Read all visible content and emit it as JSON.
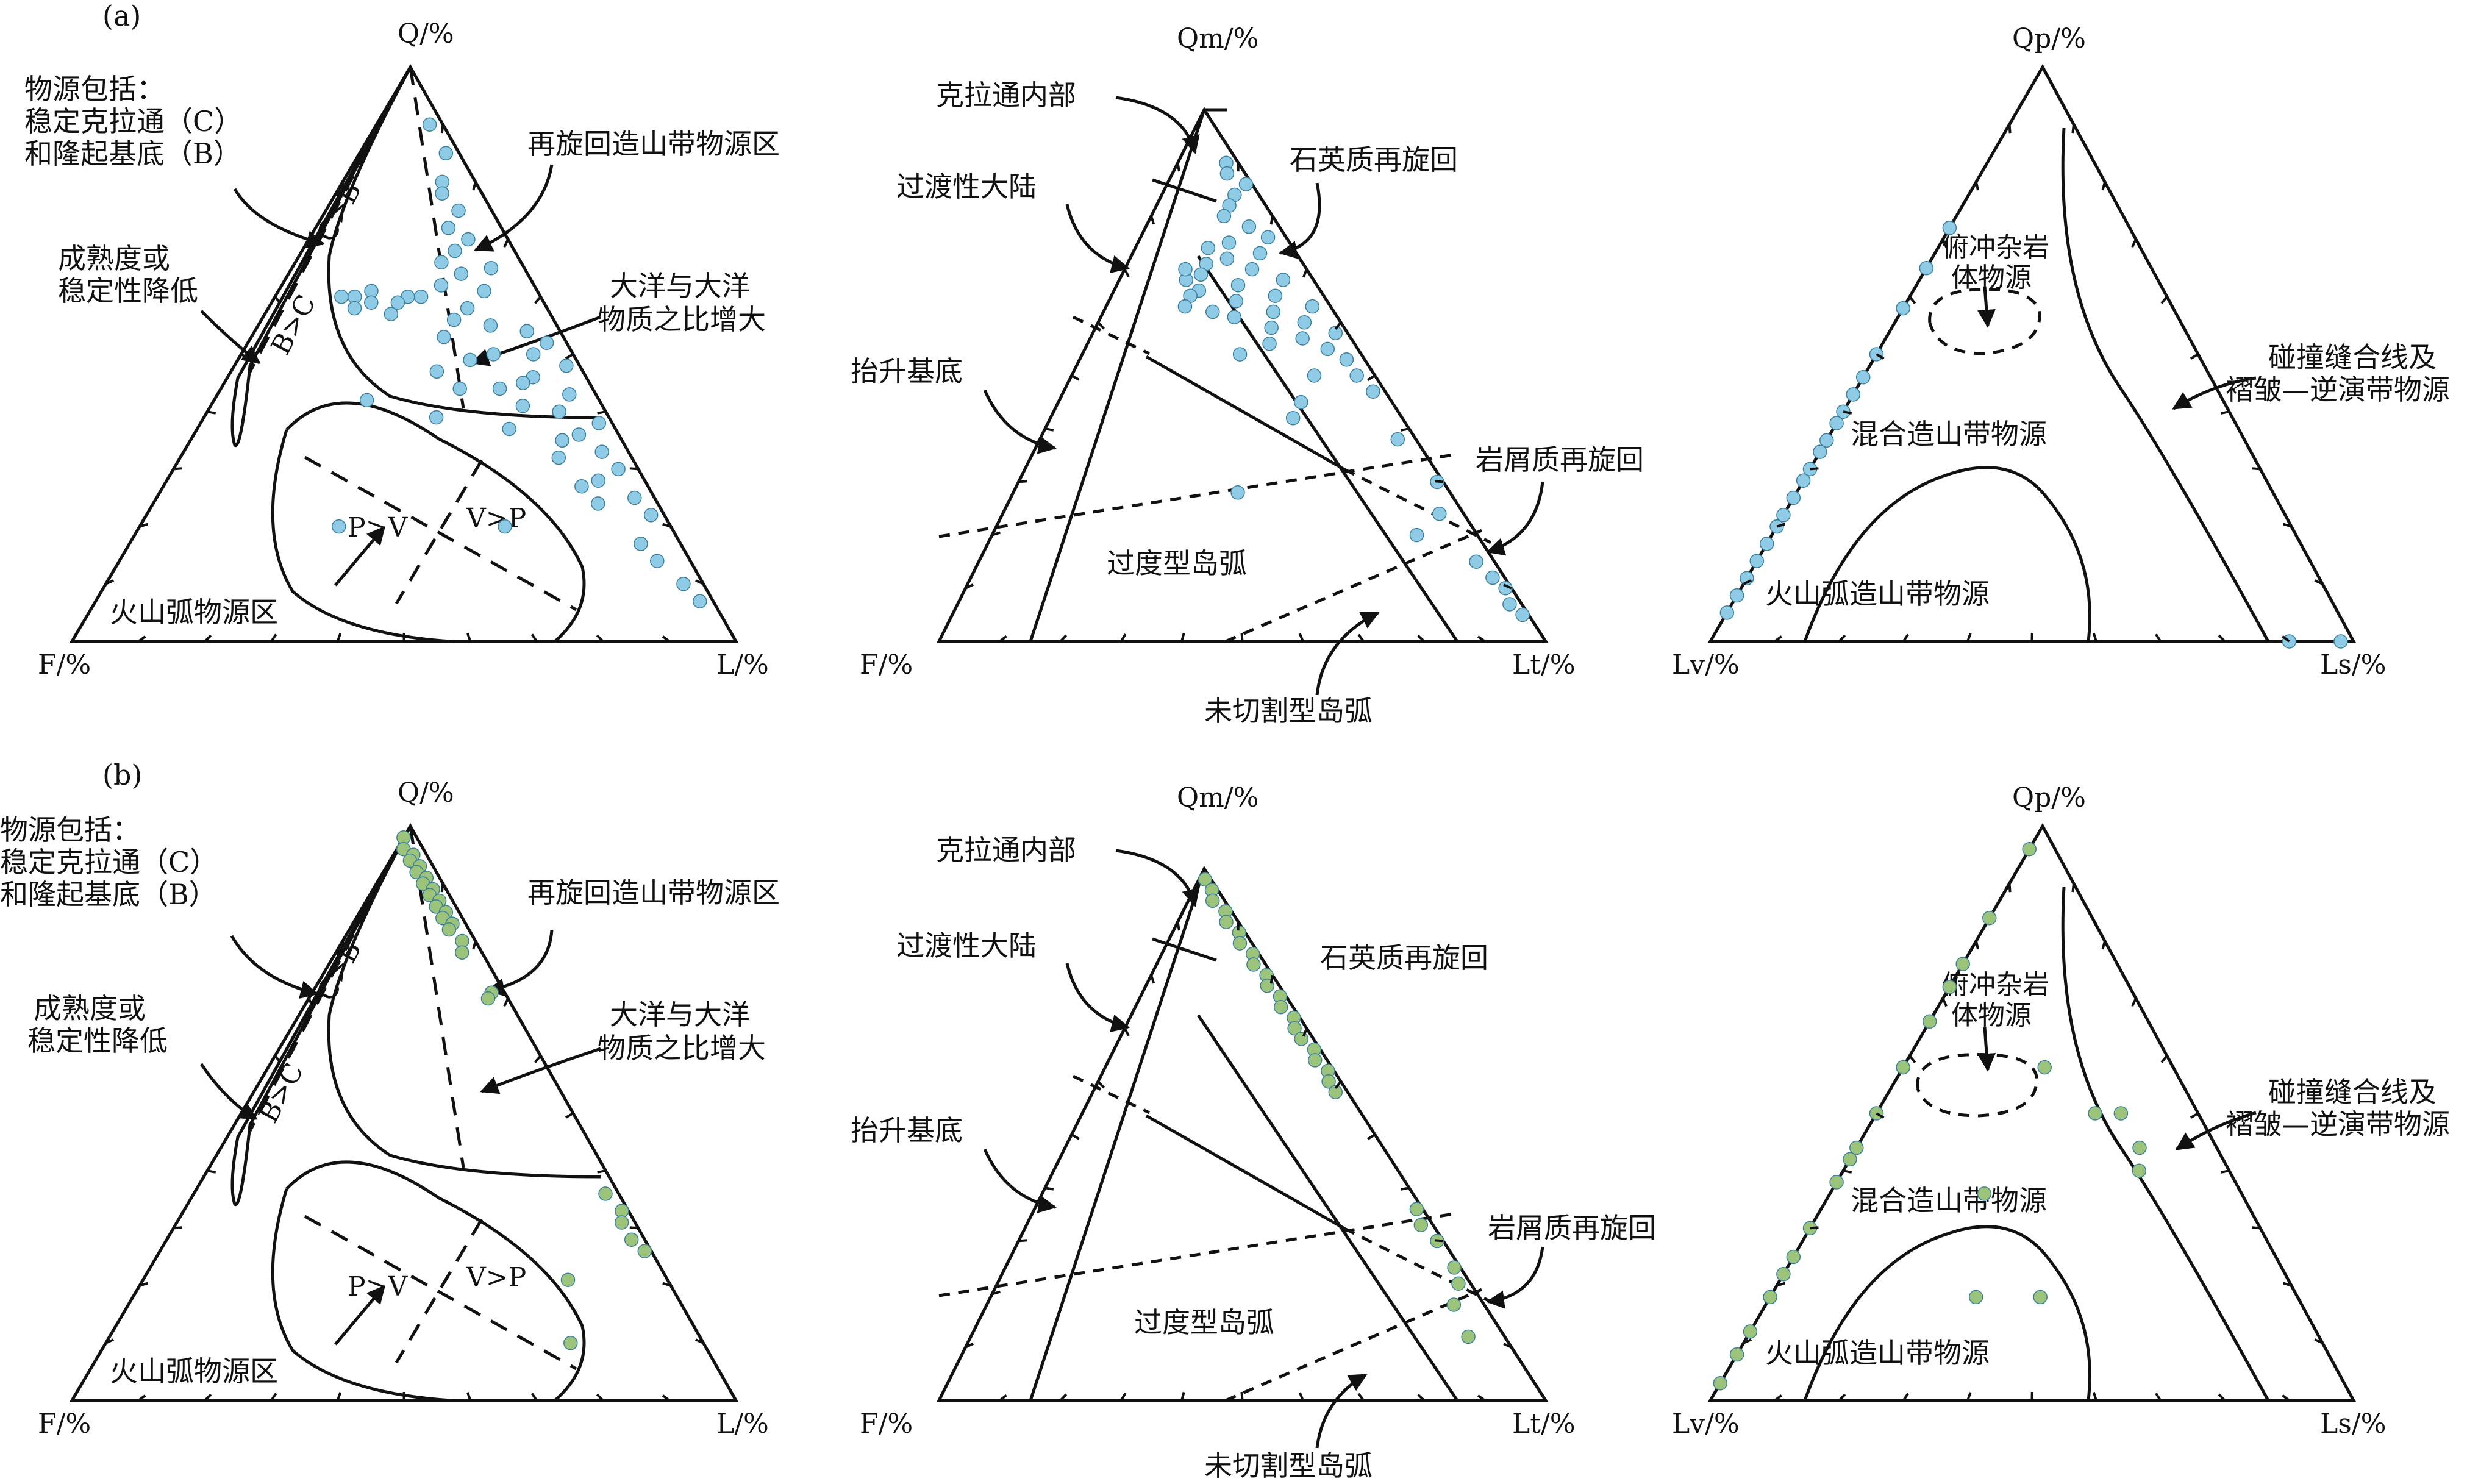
{
  "panels": [
    {
      "tag": "(a)",
      "qfl": {
        "apex_q": "Q/%",
        "left_f": "F/%",
        "right_l": "L/%",
        "lbl_include_1": "物源包括：",
        "lbl_include_2": "稳定克拉通（C）",
        "lbl_include_3": "和隆起基底（B）",
        "lbl_maturity_1": "成熟度或",
        "lbl_maturity_2": "稳定性降低",
        "lbl_recycled": "再旋回造山带物源区",
        "lbl_ocean_1": "大洋与大洋",
        "lbl_ocean_2": "物质之比增大",
        "lbl_arc": "火山弧物源区",
        "lbl_cb": "C>B",
        "lbl_bc": "B>C",
        "lbl_pv": "P>V",
        "lbl_vp": "V>P"
      },
      "qmflt": {
        "apex_qm": "Qm/%",
        "left_f": "F/%",
        "right_lt": "Lt/%",
        "lbl_craton": "克拉通内部",
        "lbl_transitional": "过渡性大陆",
        "lbl_uplift": "抬升基底",
        "lbl_quartzose": "石英质再旋回",
        "lbl_lithic": "岩屑质再旋回",
        "lbl_trans_arc": "过度型岛弧",
        "lbl_undissected": "未切割型岛弧"
      },
      "qplvls": {
        "apex_qp": "Qp/%",
        "left_lv": "Lv/%",
        "right_ls": "Ls/%",
        "lbl_subduction_1": "俯冲杂岩",
        "lbl_subduction_2": "体物源",
        "lbl_collision_1": "碰撞缝合线及",
        "lbl_collision_2": "褶皱—逆演带物源",
        "lbl_mixed": "混合造山带物源",
        "lbl_volcanic": "火山弧造山带物源"
      }
    },
    {
      "tag": "(b)",
      "qfl": {
        "apex_q": "Q/%",
        "left_f": "F/%",
        "right_l": "L/%",
        "lbl_include_1": "物源包括：",
        "lbl_include_2": "稳定克拉通（C）",
        "lbl_include_3": "和隆起基底（B）",
        "lbl_maturity_1": "成熟度或",
        "lbl_maturity_2": "稳定性降低",
        "lbl_recycled": "再旋回造山带物源区",
        "lbl_ocean_1": "大洋与大洋",
        "lbl_ocean_2": "物质之比增大",
        "lbl_arc": "火山弧物源区",
        "lbl_cb": "C>B",
        "lbl_bc": "B>C",
        "lbl_pv": "P>V",
        "lbl_vp": "V>P"
      },
      "qmflt": {
        "apex_qm": "Qm/%",
        "left_f": "F/%",
        "right_lt": "Lt/%",
        "lbl_craton": "克拉通内部",
        "lbl_transitional": "过渡性大陆",
        "lbl_uplift": "抬升基底",
        "lbl_quartzose": "石英质再旋回",
        "lbl_lithic": "岩屑质再旋回",
        "lbl_trans_arc": "过度型岛弧",
        "lbl_undissected": "未切割型岛弧"
      },
      "qplvls": {
        "apex_qp": "Qp/%",
        "left_lv": "Lv/%",
        "right_ls": "Ls/%",
        "lbl_subduction_1": "俯冲杂岩",
        "lbl_subduction_2": "体物源",
        "lbl_collision_1": "碰撞缝合线及",
        "lbl_collision_2": "褶皱—逆演带物源",
        "lbl_mixed": "混合造山带物源",
        "lbl_volcanic": "火山弧造山带物源"
      }
    }
  ],
  "colors": {
    "series_a": "#8fcbe4",
    "series_b": "#9bc47a",
    "ink": "#111111"
  },
  "samples": {
    "a": {
      "qfl": [
        [
          0.9,
          0.02,
          0.08
        ],
        [
          0.85,
          0.02,
          0.13
        ],
        [
          0.8,
          0.05,
          0.15
        ],
        [
          0.78,
          0.06,
          0.16
        ],
        [
          0.75,
          0.05,
          0.2
        ],
        [
          0.72,
          0.08,
          0.2
        ],
        [
          0.7,
          0.06,
          0.24
        ],
        [
          0.68,
          0.09,
          0.23
        ],
        [
          0.66,
          0.12,
          0.22
        ],
        [
          0.65,
          0.05,
          0.3
        ],
        [
          0.64,
          0.1,
          0.26
        ],
        [
          0.62,
          0.14,
          0.24
        ],
        [
          0.61,
          0.08,
          0.31
        ],
        [
          0.6,
          0.18,
          0.22
        ],
        [
          0.6,
          0.2,
          0.2
        ],
        [
          0.59,
          0.22,
          0.19
        ],
        [
          0.58,
          0.12,
          0.3
        ],
        [
          0.57,
          0.24,
          0.19
        ],
        [
          0.56,
          0.15,
          0.29
        ],
        [
          0.55,
          0.1,
          0.35
        ],
        [
          0.54,
          0.05,
          0.41
        ],
        [
          0.53,
          0.18,
          0.29
        ],
        [
          0.52,
          0.03,
          0.45
        ],
        [
          0.5,
          0.06,
          0.44
        ],
        [
          0.49,
          0.16,
          0.35
        ],
        [
          0.48,
          0.02,
          0.5
        ],
        [
          0.46,
          0.08,
          0.46
        ],
        [
          0.45,
          0.1,
          0.45
        ],
        [
          0.44,
          0.2,
          0.36
        ],
        [
          0.43,
          0.04,
          0.53
        ],
        [
          0.42,
          0.35,
          0.23
        ],
        [
          0.41,
          0.12,
          0.47
        ],
        [
          0.4,
          0.07,
          0.53
        ],
        [
          0.38,
          0.02,
          0.6
        ],
        [
          0.37,
          0.16,
          0.47
        ],
        [
          0.36,
          0.06,
          0.58
        ],
        [
          0.33,
          0.04,
          0.63
        ],
        [
          0.32,
          0.11,
          0.57
        ],
        [
          0.3,
          0.03,
          0.67
        ],
        [
          0.28,
          0.07,
          0.65
        ],
        [
          0.27,
          0.1,
          0.63
        ],
        [
          0.25,
          0.03,
          0.72
        ],
        [
          0.24,
          0.09,
          0.67
        ],
        [
          0.22,
          0.02,
          0.76
        ],
        [
          0.2,
          0.25,
          0.55
        ],
        [
          0.2,
          0.5,
          0.3
        ],
        [
          0.17,
          0.06,
          0.77
        ],
        [
          0.14,
          0.05,
          0.81
        ],
        [
          0.1,
          0.03,
          0.87
        ],
        [
          0.07,
          0.02,
          0.91
        ],
        [
          0.61,
          0.25,
          0.14
        ],
        [
          0.6,
          0.28,
          0.12
        ],
        [
          0.59,
          0.26,
          0.15
        ],
        [
          0.6,
          0.3,
          0.1
        ],
        [
          0.58,
          0.29,
          0.13
        ],
        [
          0.5,
          0.12,
          0.38
        ],
        [
          0.47,
          0.22,
          0.31
        ],
        [
          0.44,
          0.14,
          0.42
        ],
        [
          0.39,
          0.26,
          0.35
        ],
        [
          0.35,
          0.09,
          0.56
        ]
      ],
      "qmflt": [
        [
          0.9,
          0.02,
          0.08
        ],
        [
          0.88,
          0.03,
          0.09
        ],
        [
          0.86,
          0.01,
          0.13
        ],
        [
          0.84,
          0.04,
          0.12
        ],
        [
          0.82,
          0.06,
          0.12
        ],
        [
          0.8,
          0.08,
          0.12
        ],
        [
          0.78,
          0.05,
          0.17
        ],
        [
          0.76,
          0.03,
          0.21
        ],
        [
          0.75,
          0.1,
          0.15
        ],
        [
          0.74,
          0.14,
          0.12
        ],
        [
          0.73,
          0.06,
          0.21
        ],
        [
          0.72,
          0.12,
          0.16
        ],
        [
          0.71,
          0.16,
          0.13
        ],
        [
          0.7,
          0.09,
          0.21
        ],
        [
          0.69,
          0.18,
          0.13
        ],
        [
          0.68,
          0.05,
          0.27
        ],
        [
          0.67,
          0.13,
          0.2
        ],
        [
          0.66,
          0.2,
          0.14
        ],
        [
          0.65,
          0.08,
          0.27
        ],
        [
          0.64,
          0.15,
          0.21
        ],
        [
          0.63,
          0.03,
          0.34
        ],
        [
          0.62,
          0.1,
          0.28
        ],
        [
          0.61,
          0.17,
          0.22
        ],
        [
          0.6,
          0.06,
          0.34
        ],
        [
          0.59,
          0.12,
          0.29
        ],
        [
          0.58,
          0.02,
          0.4
        ],
        [
          0.57,
          0.08,
          0.35
        ],
        [
          0.55,
          0.05,
          0.4
        ],
        [
          0.53,
          0.03,
          0.44
        ],
        [
          0.5,
          0.1,
          0.4
        ],
        [
          0.5,
          0.03,
          0.47
        ],
        [
          0.47,
          0.02,
          0.51
        ],
        [
          0.45,
          0.15,
          0.4
        ],
        [
          0.42,
          0.18,
          0.4
        ],
        [
          0.38,
          0.03,
          0.59
        ],
        [
          0.3,
          0.01,
          0.69
        ],
        [
          0.28,
          0.35,
          0.37
        ],
        [
          0.24,
          0.04,
          0.72
        ],
        [
          0.2,
          0.1,
          0.7
        ],
        [
          0.15,
          0.03,
          0.82
        ],
        [
          0.12,
          0.02,
          0.86
        ],
        [
          0.1,
          0.01,
          0.89
        ],
        [
          0.07,
          0.02,
          0.91
        ],
        [
          0.05,
          0.01,
          0.94
        ],
        [
          0.65,
          0.22,
          0.13
        ],
        [
          0.63,
          0.24,
          0.13
        ],
        [
          0.62,
          0.2,
          0.18
        ],
        [
          0.68,
          0.21,
          0.11
        ],
        [
          0.7,
          0.2,
          0.1
        ],
        [
          0.56,
          0.14,
          0.3
        ],
        [
          0.54,
          0.2,
          0.26
        ]
      ],
      "qplvls": [
        [
          0.72,
          0.28,
          0.0
        ],
        [
          0.65,
          0.35,
          0.0
        ],
        [
          0.58,
          0.42,
          0.0
        ],
        [
          0.5,
          0.5,
          0.0
        ],
        [
          0.46,
          0.54,
          0.0
        ],
        [
          0.43,
          0.57,
          0.0
        ],
        [
          0.4,
          0.6,
          0.0
        ],
        [
          0.38,
          0.62,
          0.0
        ],
        [
          0.35,
          0.65,
          0.0
        ],
        [
          0.33,
          0.67,
          0.0
        ],
        [
          0.3,
          0.7,
          0.0
        ],
        [
          0.28,
          0.72,
          0.0
        ],
        [
          0.25,
          0.75,
          0.0
        ],
        [
          0.22,
          0.78,
          0.0
        ],
        [
          0.2,
          0.8,
          0.0
        ],
        [
          0.17,
          0.83,
          0.0
        ],
        [
          0.14,
          0.86,
          0.0
        ],
        [
          0.11,
          0.89,
          0.0
        ],
        [
          0.08,
          0.92,
          0.0
        ],
        [
          0.05,
          0.95,
          0.0
        ],
        [
          0.0,
          0.1,
          0.9
        ],
        [
          0.0,
          0.02,
          0.98
        ]
      ]
    },
    "b": {
      "qfl": [
        [
          0.98,
          0.02,
          0.0
        ],
        [
          0.96,
          0.03,
          0.01
        ],
        [
          0.95,
          0.02,
          0.03
        ],
        [
          0.94,
          0.03,
          0.03
        ],
        [
          0.93,
          0.02,
          0.05
        ],
        [
          0.92,
          0.03,
          0.05
        ],
        [
          0.91,
          0.02,
          0.07
        ],
        [
          0.9,
          0.03,
          0.07
        ],
        [
          0.89,
          0.02,
          0.09
        ],
        [
          0.88,
          0.03,
          0.09
        ],
        [
          0.87,
          0.02,
          0.11
        ],
        [
          0.86,
          0.03,
          0.11
        ],
        [
          0.85,
          0.02,
          0.13
        ],
        [
          0.84,
          0.03,
          0.13
        ],
        [
          0.83,
          0.02,
          0.15
        ],
        [
          0.82,
          0.03,
          0.15
        ],
        [
          0.8,
          0.02,
          0.18
        ],
        [
          0.78,
          0.03,
          0.19
        ],
        [
          0.71,
          0.02,
          0.27
        ],
        [
          0.7,
          0.03,
          0.27
        ],
        [
          0.36,
          0.02,
          0.62
        ],
        [
          0.33,
          0.01,
          0.66
        ],
        [
          0.31,
          0.02,
          0.67
        ],
        [
          0.28,
          0.02,
          0.7
        ],
        [
          0.26,
          0.01,
          0.73
        ],
        [
          0.21,
          0.15,
          0.64
        ],
        [
          0.1,
          0.2,
          0.7
        ]
      ],
      "qmflt": [
        [
          0.98,
          0.01,
          0.01
        ],
        [
          0.96,
          0.01,
          0.03
        ],
        [
          0.94,
          0.02,
          0.04
        ],
        [
          0.92,
          0.01,
          0.07
        ],
        [
          0.9,
          0.02,
          0.08
        ],
        [
          0.88,
          0.01,
          0.11
        ],
        [
          0.86,
          0.02,
          0.12
        ],
        [
          0.84,
          0.01,
          0.15
        ],
        [
          0.82,
          0.02,
          0.16
        ],
        [
          0.8,
          0.01,
          0.19
        ],
        [
          0.78,
          0.02,
          0.2
        ],
        [
          0.76,
          0.01,
          0.23
        ],
        [
          0.74,
          0.02,
          0.24
        ],
        [
          0.72,
          0.01,
          0.27
        ],
        [
          0.7,
          0.02,
          0.28
        ],
        [
          0.68,
          0.02,
          0.3
        ],
        [
          0.66,
          0.01,
          0.33
        ],
        [
          0.64,
          0.02,
          0.34
        ],
        [
          0.62,
          0.01,
          0.37
        ],
        [
          0.6,
          0.02,
          0.38
        ],
        [
          0.58,
          0.02,
          0.4
        ],
        [
          0.36,
          0.01,
          0.63
        ],
        [
          0.33,
          0.02,
          0.65
        ],
        [
          0.3,
          0.01,
          0.69
        ],
        [
          0.25,
          0.01,
          0.74
        ],
        [
          0.22,
          0.02,
          0.76
        ],
        [
          0.18,
          0.05,
          0.77
        ],
        [
          0.12,
          0.06,
          0.82
        ]
      ],
      "qplvls": [
        [
          0.96,
          0.04,
          0.0
        ],
        [
          0.84,
          0.16,
          0.0
        ],
        [
          0.76,
          0.24,
          0.0
        ],
        [
          0.72,
          0.28,
          0.0
        ],
        [
          0.66,
          0.34,
          0.0
        ],
        [
          0.58,
          0.42,
          0.0
        ],
        [
          0.5,
          0.5,
          0.0
        ],
        [
          0.44,
          0.56,
          0.0
        ],
        [
          0.42,
          0.58,
          0.0
        ],
        [
          0.38,
          0.62,
          0.0
        ],
        [
          0.3,
          0.7,
          0.0
        ],
        [
          0.25,
          0.75,
          0.0
        ],
        [
          0.22,
          0.78,
          0.0
        ],
        [
          0.18,
          0.82,
          0.0
        ],
        [
          0.12,
          0.88,
          0.0
        ],
        [
          0.08,
          0.92,
          0.0
        ],
        [
          0.03,
          0.97,
          0.0
        ],
        [
          0.58,
          0.2,
          0.22
        ],
        [
          0.5,
          0.16,
          0.34
        ],
        [
          0.5,
          0.12,
          0.38
        ],
        [
          0.44,
          0.12,
          0.44
        ],
        [
          0.4,
          0.14,
          0.46
        ],
        [
          0.36,
          0.4,
          0.24
        ],
        [
          0.18,
          0.4,
          0.42
        ],
        [
          0.18,
          0.5,
          0.32
        ]
      ]
    }
  }
}
